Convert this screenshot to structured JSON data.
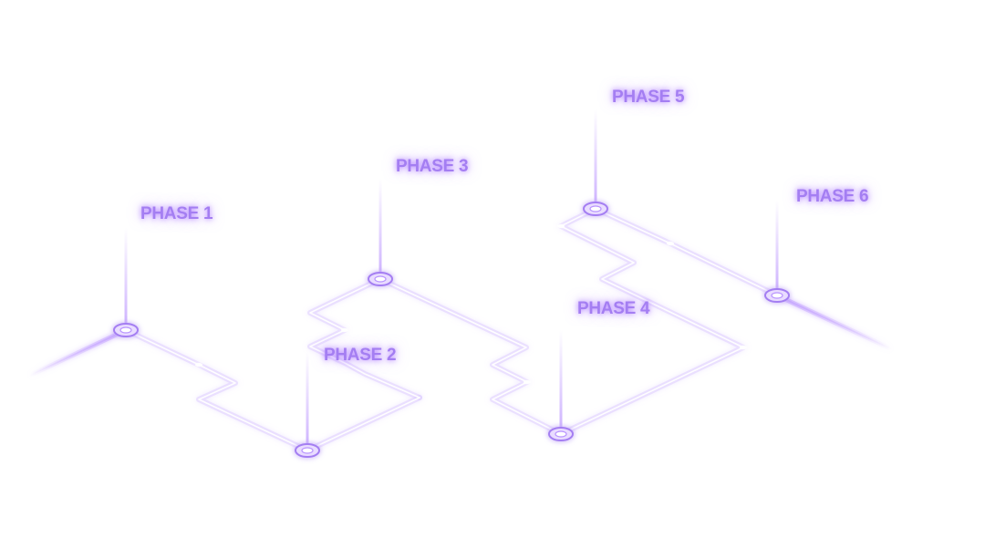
{
  "colors": {
    "accent": "#a47ef2",
    "line": "#c7a8ff",
    "glow": "#a86eff",
    "background": "#ffffff"
  },
  "phases": [
    {
      "label": "PHASE 1"
    },
    {
      "label": "PHASE 2"
    },
    {
      "label": "PHASE 3"
    },
    {
      "label": "PHASE 4"
    },
    {
      "label": "PHASE 5"
    },
    {
      "label": "PHASE 6"
    }
  ]
}
